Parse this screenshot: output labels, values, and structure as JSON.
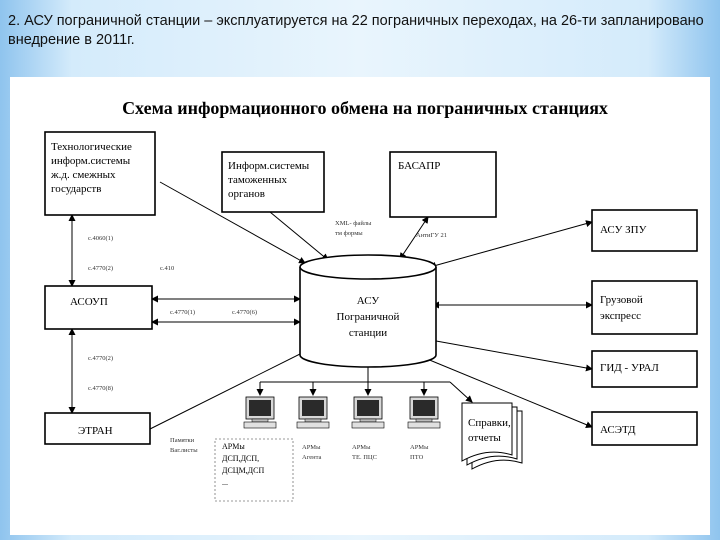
{
  "slide": {
    "text": "2. АСУ пограничной станции – эксплуатируется на 22 пограничных переходах, на 26-ти запланировано внедрение в 2011г."
  },
  "diagram": {
    "title": "Схема информационного обмена на пограничных станциях",
    "boxes": {
      "tech_systems": [
        "Технологические",
        "информ.системы",
        "ж.д. смежных",
        "государств"
      ],
      "customs": [
        "Информ.системы",
        "таможенных",
        "органов"
      ],
      "basapr": [
        "БАСАПР"
      ],
      "asoup": [
        "АСОУП"
      ],
      "etran": [
        "ЭТРАН"
      ],
      "asu_zpu": [
        "АСУ ЗПУ"
      ],
      "cargo_express": [
        "Грузовой",
        "экспресс"
      ],
      "gid_ural": [
        "ГИД - УРАЛ"
      ],
      "asetd": [
        "АСЭТД"
      ],
      "reports": [
        "Справки,",
        "отчеты"
      ]
    },
    "cylinder": [
      "АСУ",
      "Пограничной",
      "станции"
    ],
    "link_labels": {
      "msg_4060_1": "с.4060(1)",
      "msg_4770_2a": "с.4770(2)",
      "msg_410": "с.410",
      "msg_4770_1": "с.4770(1)",
      "msg_4770_6": "с.4770(6)",
      "msg_4770_2b": "с.4770(2)",
      "msg_4770_8": "с.4770(8)",
      "xml_files": "XML- файлы",
      "xml_forms": "тм    формы",
      "antiguns": "АнтиГУ 21"
    },
    "workstations": {
      "arm_customs": [
        "Памятки",
        "Ваг.листы"
      ],
      "arm_dsp": [
        "АРМы",
        "ДСП,ДСП,",
        "ДСЦМ,ДСП",
        "..."
      ],
      "arm_agent": [
        "АРМы",
        "Агента"
      ],
      "arm_tehpc": [
        "АРМы",
        "ТЕ. ПЦС"
      ],
      "arm_pto": [
        "АРМы",
        "ПТО"
      ]
    }
  }
}
